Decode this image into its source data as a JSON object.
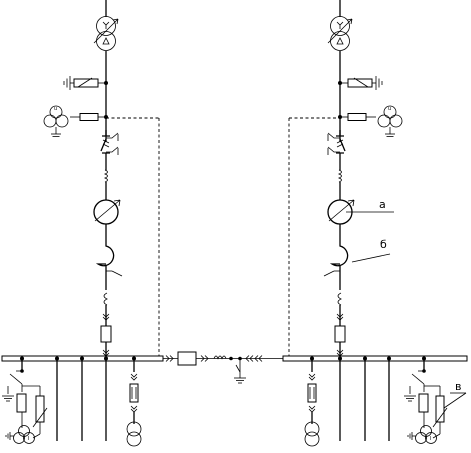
{
  "labels": {
    "a": "а",
    "b": "б",
    "v": "в"
  },
  "vt_marks": {
    "u": "u",
    "i": "I"
  }
}
